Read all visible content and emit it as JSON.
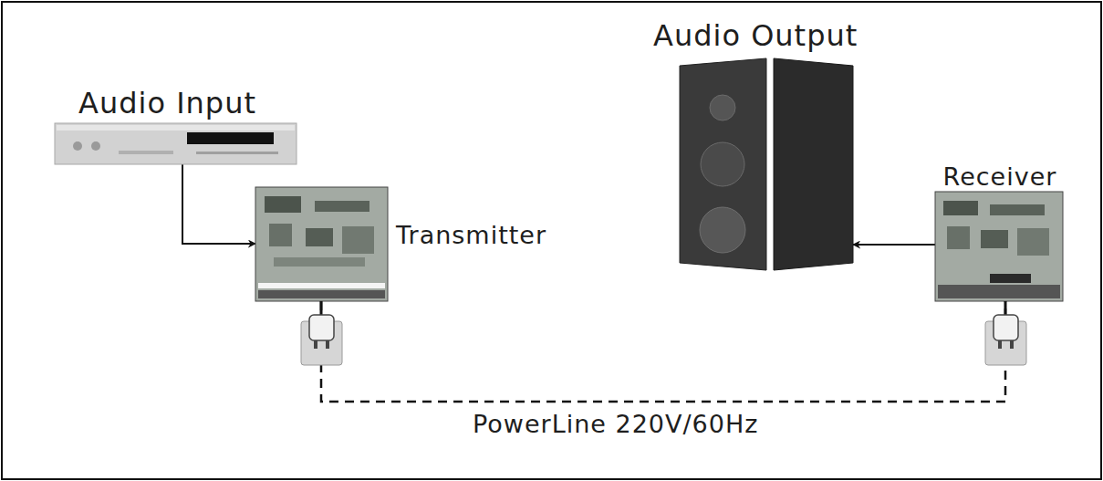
{
  "diagram": {
    "nodes": [
      {
        "text": [
          "Audio Input"
        ]
      },
      {
        "text": [
          "Transmitter"
        ]
      },
      {
        "text": [
          "Audio Output"
        ]
      },
      {
        "text": [
          "Receiver"
        ]
      }
    ],
    "edges": [
      {
        "from": 0,
        "to": 1,
        "arrow": "to"
      },
      {
        "from": 3,
        "to": 2,
        "arrow": "to"
      },
      {
        "from": 1,
        "to": 3,
        "arrow": "none",
        "label": "PowerLine 220V/60Hz"
      }
    ]
  }
}
